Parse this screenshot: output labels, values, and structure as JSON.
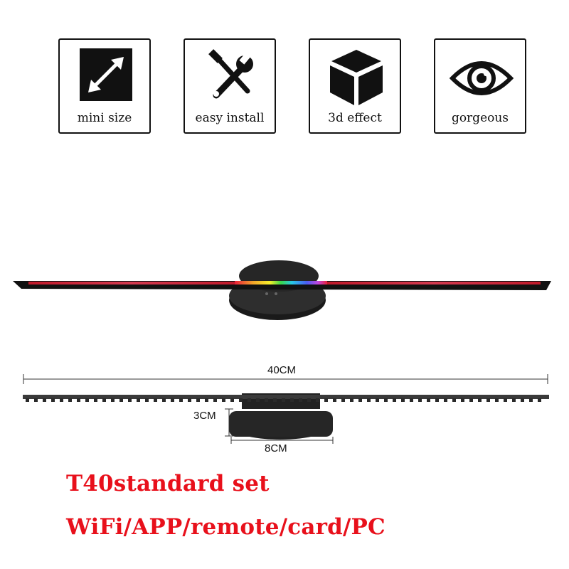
{
  "features": [
    {
      "label": "mini size",
      "icon": "diagonal-arrow-icon"
    },
    {
      "label": "easy install",
      "icon": "wrench-screwdriver-icon"
    },
    {
      "label": "3d effect",
      "icon": "cube-icon"
    },
    {
      "label": "gorgeous",
      "icon": "eye-icon"
    }
  ],
  "dimensions": {
    "width": "40CM",
    "height": "3CM",
    "depth": "8CM"
  },
  "promo": {
    "line1": "T40standard set",
    "line2": "WiFi/APP/remote/card/PC"
  },
  "colors": {
    "accent": "#e8101b",
    "icon": "#111111"
  }
}
